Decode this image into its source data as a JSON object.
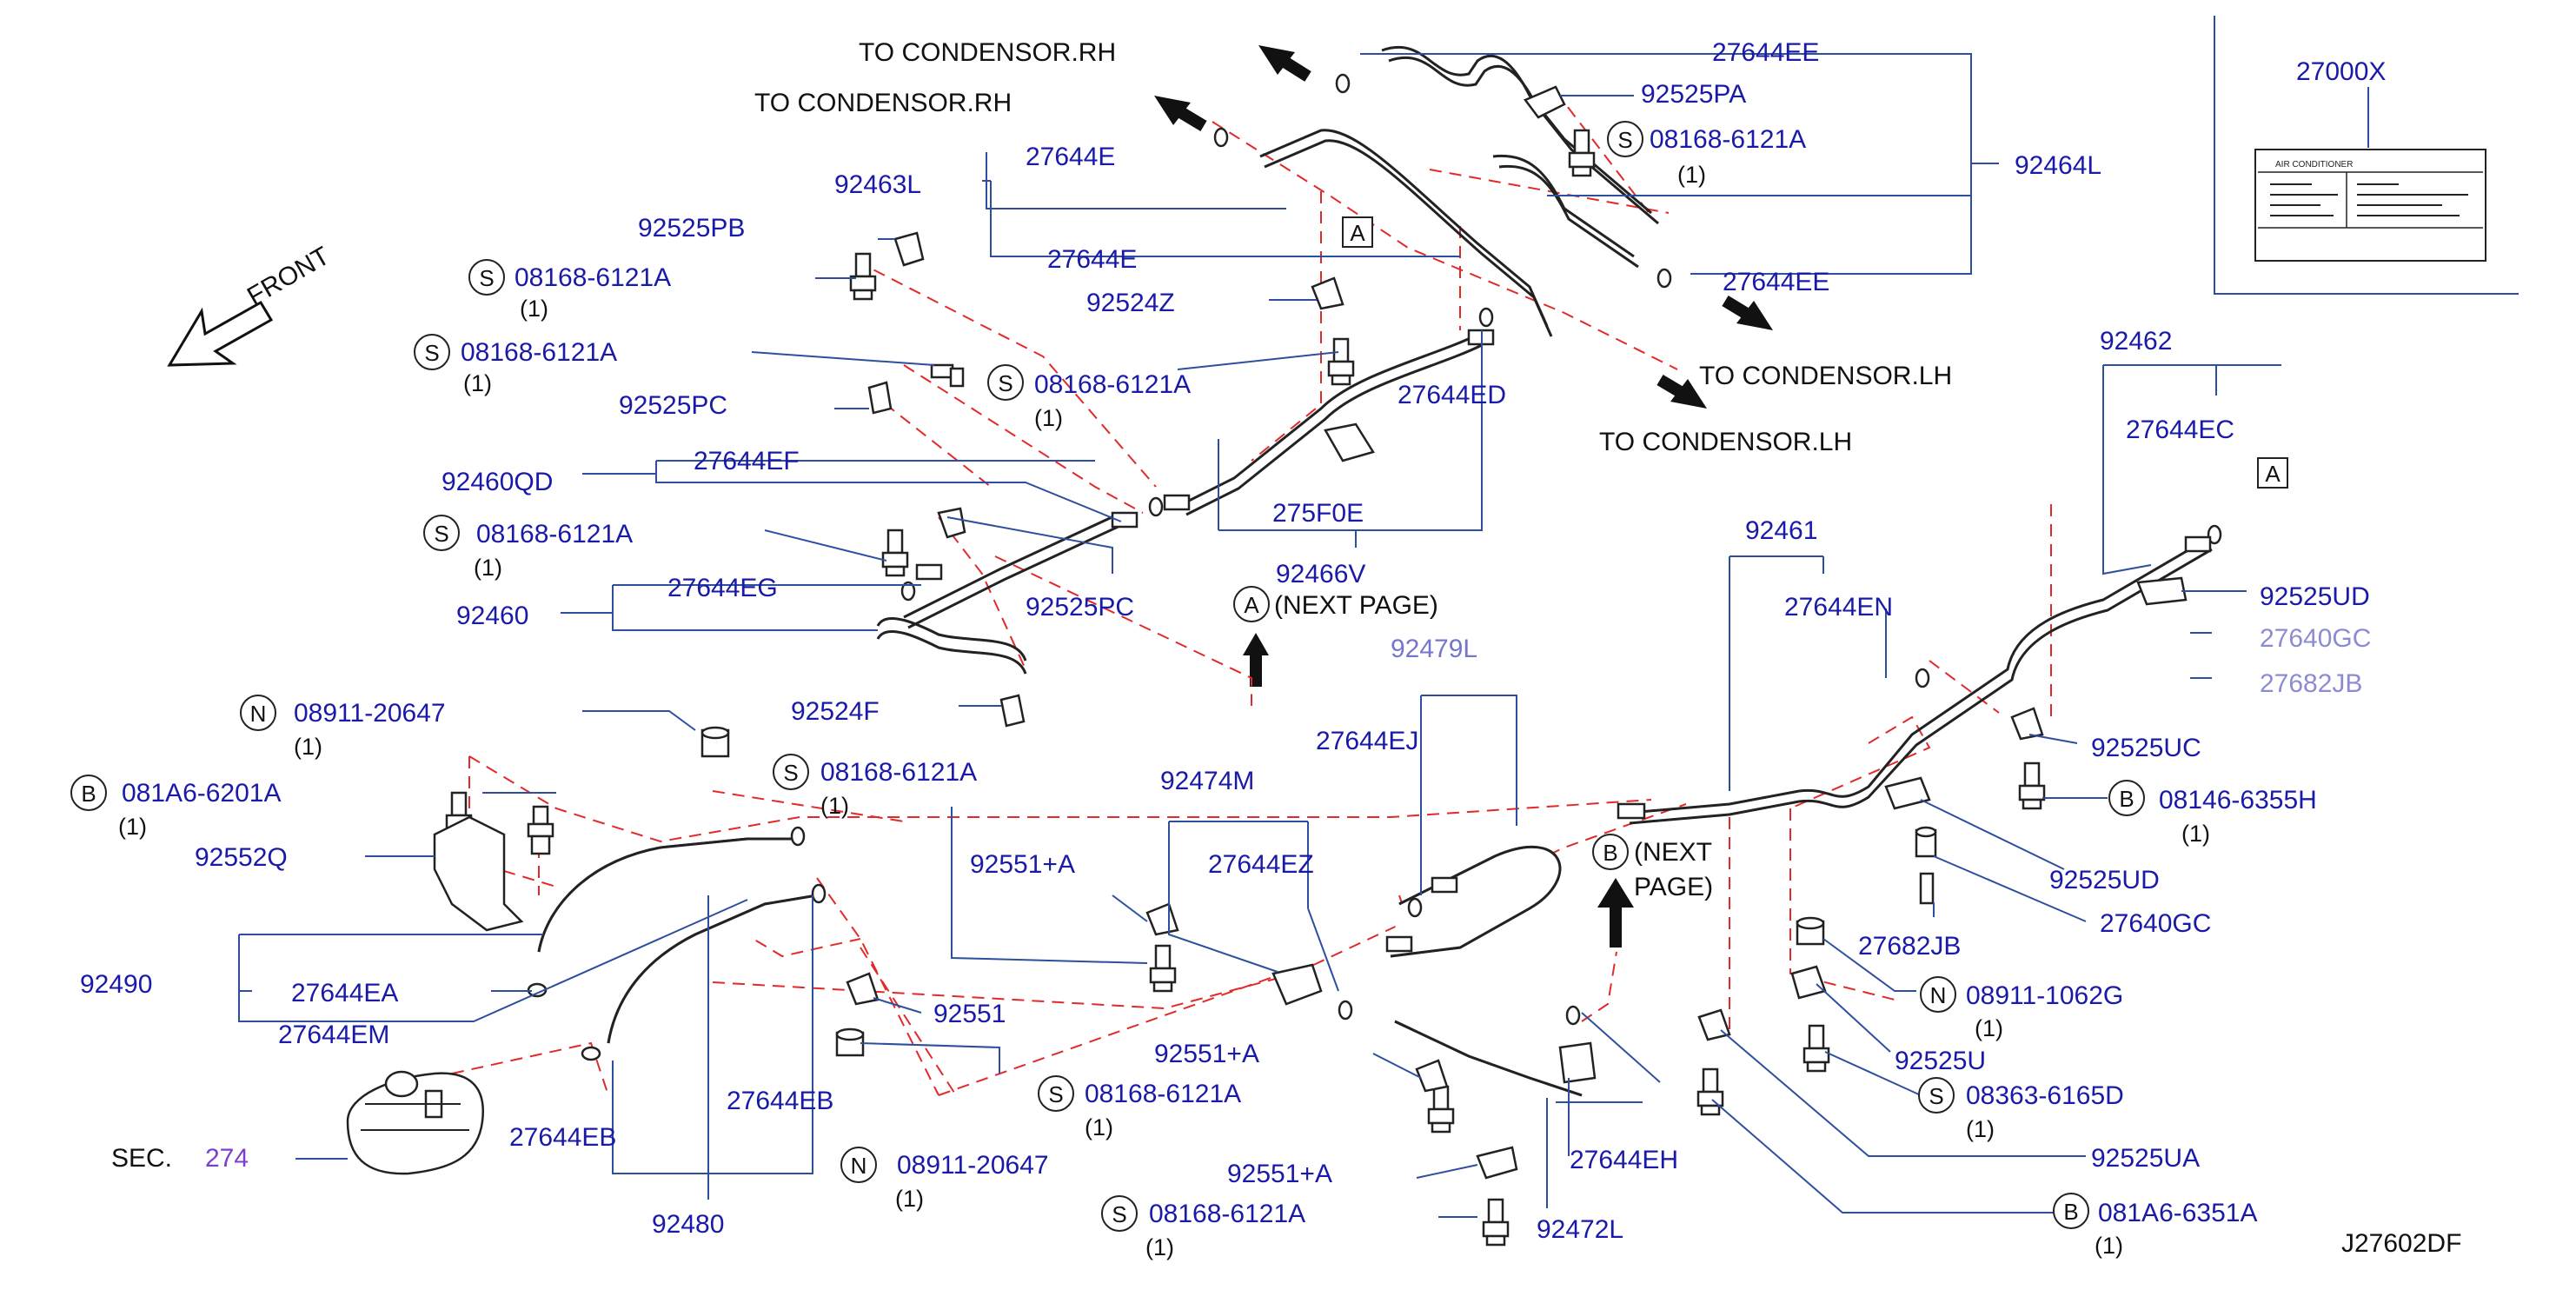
{
  "directions": {
    "to_condensor_rh_1": "TO   CONDENSOR.RH",
    "to_condensor_rh_2": "TO   CONDENSOR.RH",
    "to_condensor_lh_1": "TO   CONDENSOR.LH",
    "to_condensor_lh_2": "TO   CONDENSOR.LH",
    "front": "FRONT",
    "next_page_a": "(NEXT  PAGE)",
    "next_page_b1": "(NEXT",
    "next_page_b2": "PAGE)"
  },
  "markers": {
    "s": "S",
    "n": "N",
    "b": "B",
    "a": "A"
  },
  "qty": "(1)",
  "label_box": {
    "part": "27000X",
    "title": "AIR     CONDITIONER"
  },
  "parts": {
    "p27644EE_top": "27644EE",
    "p92525PA": "92525PA",
    "p08168_r1": "08168-6121A",
    "p92464L": "92464L",
    "p27644E_1": "27644E",
    "p92463L": "92463L",
    "p92525PB": "92525PB",
    "p08168_l1": "08168-6121A",
    "p27644E_2": "27644E",
    "p92524Z": "92524Z",
    "p27644EE_bot": "27644EE",
    "p08168_l2": "08168-6121A",
    "p08168_c1": "08168-6121A",
    "p27644ED": "27644ED",
    "p92525PC_1": "92525PC",
    "p92460QD": "92460QD",
    "p27644EF": "27644EF",
    "p275F0E": "275F0E",
    "p08168_l3": "08168-6121A",
    "p92466V": "92466V",
    "p92460": "92460",
    "p27644EG": "27644EG",
    "p92525PC_2": "92525PC",
    "p92524F": "92524F",
    "p92462": "92462",
    "p27644EC": "27644EC",
    "p92461": "92461",
    "p27644EN": "27644EN",
    "p92525UD_1": "92525UD",
    "p27640GC_ghost": "27640GC",
    "p27682JB_ghost": "27682JB",
    "p92525UC": "92525UC",
    "p08146": "08146-6355H",
    "p92525UD_2": "92525UD",
    "p27640GC": "27640GC",
    "p27682JB": "27682JB",
    "p08911_1062G": "08911-1062G",
    "p92525U": "92525U",
    "p08363": "08363-6165D",
    "p92525UA": "92525UA",
    "p081A6_6351A": "081A6-6351A",
    "p08911_20647_a": "08911-20647",
    "p081A6_6201A": "081A6-6201A",
    "p92552Q": "92552Q",
    "p08168_m1": "08168-6121A",
    "p92474M": "92474M",
    "p27644EJ": "27644EJ",
    "p92479_ghost": "92479L",
    "p92551A_1": "92551+A",
    "p27644EZ": "27644EZ",
    "p92490": "92490",
    "p27644EA": "27644EA",
    "p27644EM": "27644EM",
    "p92551": "92551",
    "p92551A_2": "92551+A",
    "p08168_m2": "08168-6121A",
    "p27644EB_1": "27644EB",
    "p27644EB_2": "27644EB",
    "sec_label": "SEC.",
    "sec_num": "274",
    "p08911_20647_b": "08911-20647",
    "p92551A_3": "92551+A",
    "p27644EH": "27644EH",
    "p08168_m3": "08168-6121A",
    "p92480": "92480",
    "p92472L": "92472L",
    "drawing_id": "J27602DF"
  }
}
